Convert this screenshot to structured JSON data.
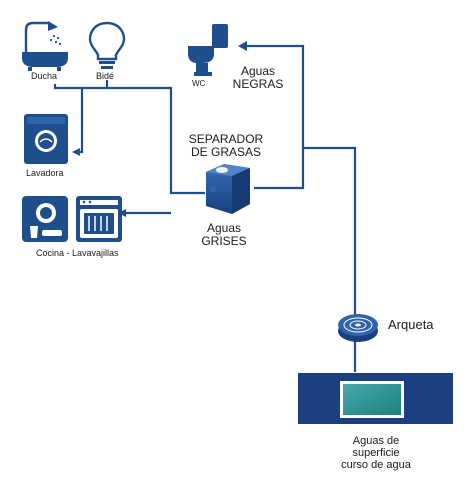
{
  "fixtures": {
    "ducha": "Ducha",
    "bide": "Bidé",
    "wc": "WC",
    "lavadora": "Lavadora",
    "cocina": "Cocina - Lavavajillas"
  },
  "labels": {
    "separador_line1": "SEPARADOR",
    "separador_line2": "DE GRASAS",
    "grises_line1": "Aguas",
    "grises_line2": "GRISES",
    "negras_line1": "Aguas",
    "negras_line2": "NEGRAS",
    "arqueta": "Arqueta",
    "destino_line1": "Aguas de",
    "destino_line2": "superficie",
    "destino_line3": "curso de agua"
  },
  "colors": {
    "pipe": "#1f4e8c",
    "icon": "#1f4e8c",
    "drain_dark": "#1b3f80",
    "water_light": "#2a8f8f"
  }
}
